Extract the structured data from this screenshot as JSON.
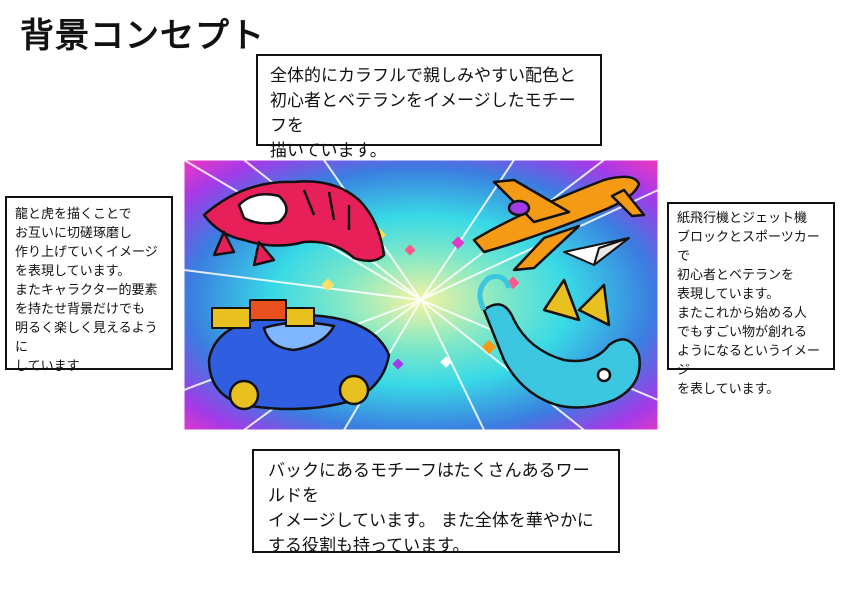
{
  "page": {
    "title": "背景コンセプト"
  },
  "notes": {
    "top": "全体的にカラフルで親しみやすい配色と\n初心者とベテランをイメージしたモチーフを\n描いています。",
    "left": "龍と虎を描くことで\nお互いに切磋琢磨し\n作り上げていくイメージ\nを表現しています。\nまたキャラクター的要素\nを持たせ背景だけでも\n明るく楽しく見えるように\nしています",
    "right": "紙飛行機とジェット機\nブロックとスポーツカーで\n初心者とベテランを\n表現しています。\nまたこれから始める人\nでもすごい物が創れる\nようになるというイメージ\nを表しています。",
    "bottom": "バックにあるモチーフはたくさんあるワールドを\nイメージしています。 また全体を華やかに\nする役割も持っています。"
  },
  "artwork": {
    "colors": {
      "center_glow": "#f6f3a0",
      "cyan": "#38d9e6",
      "blue": "#3b7de0",
      "violet": "#a23be8",
      "magenta": "#e238c8",
      "tiger": "#e8205a",
      "jet": "#f59a14",
      "car": "#2f5fe0",
      "dragon": "#3cc6e0",
      "blocks": "#e8c020"
    },
    "motifs": [
      {
        "name": "tiger",
        "icon": "tiger-icon"
      },
      {
        "name": "jet",
        "icon": "jet-plane-icon"
      },
      {
        "name": "paper-plane",
        "icon": "paper-plane-icon"
      },
      {
        "name": "sports-car",
        "icon": "sports-car-icon"
      },
      {
        "name": "blocks",
        "icon": "blocks-icon"
      },
      {
        "name": "dragon",
        "icon": "dragon-icon"
      }
    ]
  }
}
